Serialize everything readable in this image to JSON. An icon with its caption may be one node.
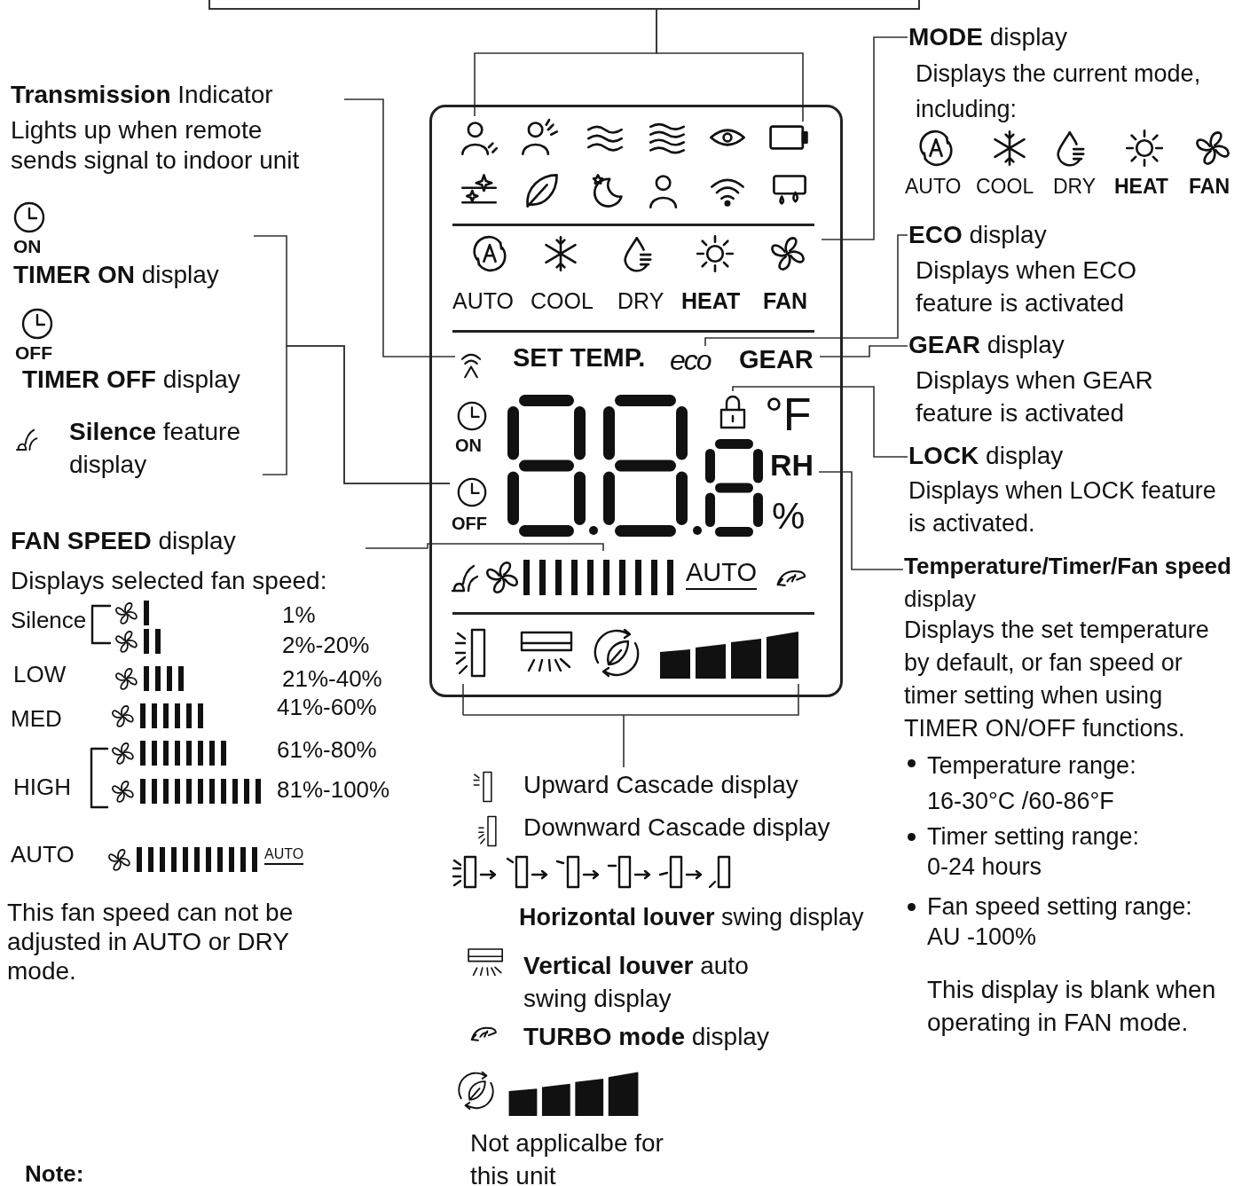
{
  "diagram": {
    "nodes": [
      {
        "text": [],
        "shape": "box"
      },
      {
        "text": [],
        "shape": "box"
      },
      {
        "text": [],
        "shape": "person",
        "in": 1
      },
      {
        "text": [],
        "shape": "box",
        "in": 1
      },
      {
        "text": [
          "AUTO",
          "COOL",
          "DRY",
          "HEAT",
          "FAN"
        ],
        "in": 1
      },
      {
        "text": [],
        "shape": "picture",
        "in": 1
      },
      {
        "text": [
          "eco"
        ],
        "in": 1
      },
      {
        "text": [
          "GEAR"
        ],
        "in": 1
      },
      {
        "text": [
          "ON",
          "OFF"
        ],
        "in": 1
      },
      {
        "text": [
          "°F",
          "RH",
          "%"
        ],
        "in": 1
      },
      {
        "text": [],
        "shape": "picture",
        "in": 9
      },
      {
        "text": [
          "AUTO"
        ],
        "in": 1
      },
      {
        "text": [],
        "shape": "picture",
        "in": 1
      },
      {
        "text": [
          "**Transmission** Indicator",
          "Lights up when remote sends signal to indoor unit"
        ]
      },
      {
        "text": [
          "ON",
          "**TIMER ON** display"
        ]
      },
      {
        "text": [
          "OFF",
          "**TIMER OFF** display"
        ]
      },
      {
        "text": [
          "**Silence**  feature display"
        ]
      },
      {
        "text": [
          "**FAN SPEED** display",
          "Displays selected fan speed:"
        ]
      },
      {
        "text": [
          "**MODE** display",
          "Displays the current mode, including:"
        ]
      },
      {
        "text": [
          "**ECO** display",
          "Displays when ECO feature is activated"
        ]
      },
      {
        "text": [
          "**GEAR** display",
          "Displays when GEAR feature  is activated"
        ]
      },
      {
        "text": [
          "**LOCK** display",
          "Displays when LOCK feature is activated."
        ]
      },
      {
        "text": [
          "**Temperature/Timer/Fan speed** display",
          "Displays the set temperature by default, or fan speed or timer setting when using TIMER ON/OFF functions."
        ]
      },
      {
        "text": [
          "Upward Cascade display"
        ]
      }
    ],
    "edges": [
      {
        "from": 0,
        "to": 2,
        "arrow": "none"
      },
      {
        "from": 0,
        "to": 3,
        "arrow": "none"
      },
      {
        "from": 18,
        "to": 4,
        "arrow": "none"
      },
      {
        "from": 13,
        "to": 5,
        "arrow": "none"
      },
      {
        "from": 19,
        "to": 6,
        "arrow": "none"
      },
      {
        "from": 20,
        "to": 7,
        "arrow": "none"
      },
      {
        "from": 14,
        "to": 8,
        "arrow": "none"
      },
      {
        "from": 16,
        "to": 8,
        "arrow": "none"
      },
      {
        "from": 21,
        "to": 10,
        "arrow": "none"
      },
      {
        "from": 22,
        "to": 9,
        "arrow": "none"
      },
      {
        "from": 17,
        "to": 11,
        "arrow": "none"
      },
      {
        "from": 23,
        "to": 12,
        "arrow": "none"
      }
    ],
    "labels": [
      "SET TEMP.",
      "AUTO",
      "COOL",
      "DRY",
      "HEAT",
      "FAN",
      "Silence",
      "1%",
      "2%-20%",
      "LOW",
      "21%-40%",
      "MED",
      "41%-60%",
      "61%-80%",
      "HIGH",
      "81%-100%",
      "AUTO",
      "AUTO",
      "This fan speed  can not be adjusted in  AUTO or DRY mode.",
      "Downward Cascade display",
      "**Horizontal louver** swing display",
      "**Vertical louver** auto swing display",
      "**TURBO mode**  display",
      "Not applicalbe for this unit",
      "Temperature range: 16-30°C  /60-86°F",
      "Timer setting range: 0-24 hours",
      "Fan speed setting range: AU -100%",
      "This display is blank when operating in FAN mode.",
      "Note:"
    ]
  }
}
